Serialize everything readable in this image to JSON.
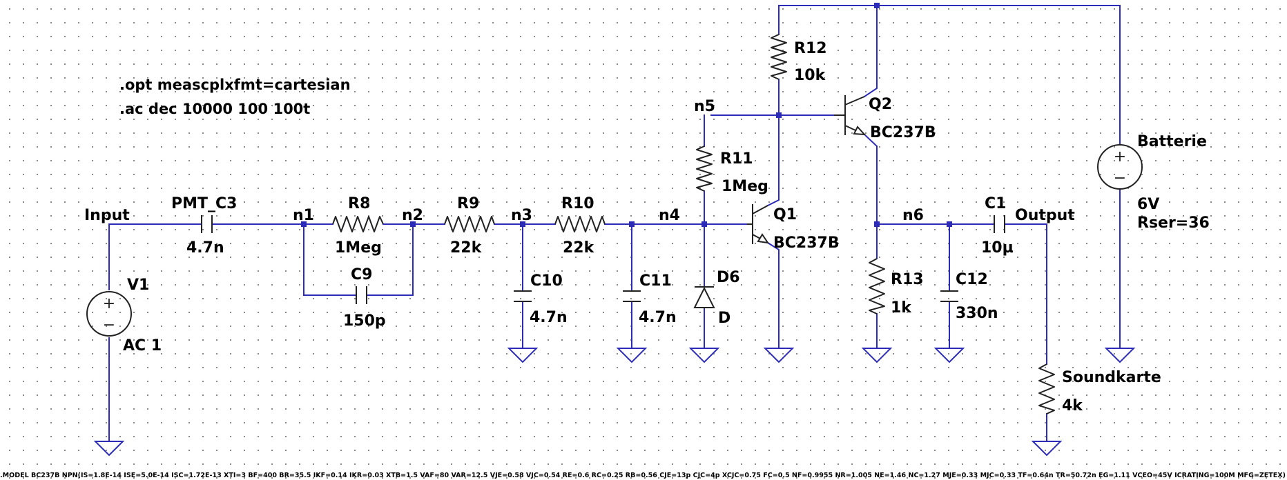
{
  "directives": [
    ".opt meascplxfmt=cartesian",
    ".ac dec 10000 100 100t"
  ],
  "model_line": ".MODEL BC237B NPN(IS=1.8E-14 ISE=5.0E-14 ISC=1.72E-13 XTI=3 BF=400 BR=35.5 IKF=0.14 IKR=0.03 XTB=1.5 VAF=80 VAR=12.5 VJE=0.58 VJC=0.54 RE=0.6 RC=0.25 RB=0.56 CJE=13p CJC=4p XCJC=0.75 FC=0.5 NF=0.9955 NR=1.005 NE=1.46 NC=1.27 MJE=0.33 MJC=0.33 TF=0.64n TR=50.72n EG=1.11 VCEO=45V ICRATING=100M MFG=ZETEX)",
  "components": {
    "V1": {
      "name": "V1",
      "value": "AC 1"
    },
    "PMT_C3": {
      "name": "PMT_C3",
      "value": "4.7n"
    },
    "R8": {
      "name": "R8",
      "value": "1Meg"
    },
    "C9": {
      "name": "C9",
      "value": "150p"
    },
    "R9": {
      "name": "R9",
      "value": "22k"
    },
    "R10": {
      "name": "R10",
      "value": "22k"
    },
    "C10": {
      "name": "C10",
      "value": "4.7n"
    },
    "C11": {
      "name": "C11",
      "value": "4.7n"
    },
    "R11": {
      "name": "R11",
      "value": "1Meg"
    },
    "D6": {
      "name": "D6",
      "value": "D"
    },
    "Q1": {
      "name": "Q1",
      "value": "BC237B"
    },
    "Q2": {
      "name": "Q2",
      "value": "BC237B"
    },
    "R12": {
      "name": "R12",
      "value": "10k"
    },
    "R13": {
      "name": "R13",
      "value": "1k"
    },
    "C12": {
      "name": "C12",
      "value": "330n"
    },
    "C1": {
      "name": "C1",
      "value": "10µ"
    },
    "Soundkarte": {
      "name": "Soundkarte",
      "value": "4k"
    },
    "Batterie": {
      "name": "Batterie",
      "value": "6V",
      "extra": "Rser=36"
    }
  },
  "nets": {
    "input": "Input",
    "output": "Output",
    "n1": "n1",
    "n2": "n2",
    "n3": "n3",
    "n4": "n4",
    "n5": "n5",
    "n6": "n6"
  },
  "symbols": {
    "plus": "+",
    "minus": "−"
  },
  "colors": {
    "wire": "#2b2bb8",
    "component": "#222222",
    "grid": "#8a8a8a",
    "background": "#ffffff"
  }
}
